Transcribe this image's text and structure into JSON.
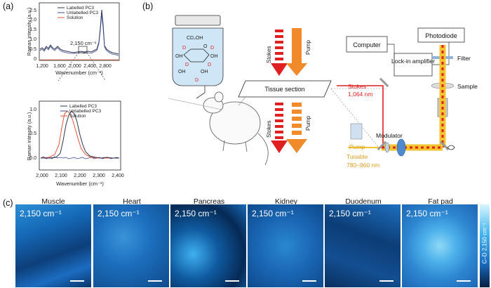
{
  "panel_labels": {
    "a": "(a)",
    "b": "(b)",
    "c": "(c)"
  },
  "top_plot": {
    "ylabel": "Raman intensity (a.u.)",
    "xlabel": "Wavenumber (cm⁻¹)",
    "yticks": [
      "0",
      "0.5",
      "1.0",
      "1.5",
      "2.0",
      "2.5"
    ],
    "xticks": [
      "1,200",
      "1,600",
      "2,000",
      "2,400",
      "2,800"
    ],
    "annotation": "2,150 cm⁻¹",
    "legend": [
      "Labelled PC3",
      "Unlabelled PC3",
      "Solution"
    ]
  },
  "bottom_plot": {
    "ylabel": "Raman intensity (a.u.)",
    "xlabel": "Wavenumber (cm⁻¹)",
    "yticks": [
      "0.0",
      "0.5",
      "1.0"
    ],
    "xticks": [
      "2,000",
      "2,100",
      "2,200",
      "2,300",
      "2,400"
    ],
    "legend": [
      "Labelled PC3",
      "Unlabelled PC3",
      "Solution"
    ]
  },
  "diagram": {
    "molecule": {
      "top": "CD₂OH",
      "d": "D",
      "oh": "OH",
      "o": "O"
    },
    "stokes": "Stokes",
    "pump": "Pump",
    "tissue": "Tissue section",
    "computer": "Computer",
    "lockin": "Lock-in amplifier",
    "photodiode": "Photodiode",
    "filter": "Filter",
    "sample": "Sample",
    "stokes_laser": "Stokes",
    "stokes_nm": "1,064 nm",
    "modulator": "Modulator",
    "pump_laser": "Pump",
    "tunable": "Tunable",
    "tunable_range": "780–960 nm"
  },
  "tissues": [
    {
      "name": "Muscle",
      "wn": "2,150 cm⁻¹"
    },
    {
      "name": "Heart",
      "wn": "2,150 cm⁻¹"
    },
    {
      "name": "Pancreas",
      "wn": "2,150 cm⁻¹"
    },
    {
      "name": "Kidney",
      "wn": "2,150 cm⁻¹"
    },
    {
      "name": "Duodenum",
      "wn": "2,150 cm⁻¹"
    },
    {
      "name": "Fat pad",
      "wn": "2,150 cm⁻¹"
    }
  ],
  "colorbar_label": "C–D 2,150 cm⁻¹",
  "colors": {
    "labelled": "#2e3650",
    "unlabelled": "#3d4c92",
    "solution": "#e5553a",
    "stokes": "#e02020",
    "pump": "#f08a2a",
    "tissue_blue": "#1e73c8",
    "beam_yellow": "#f3c42b"
  }
}
